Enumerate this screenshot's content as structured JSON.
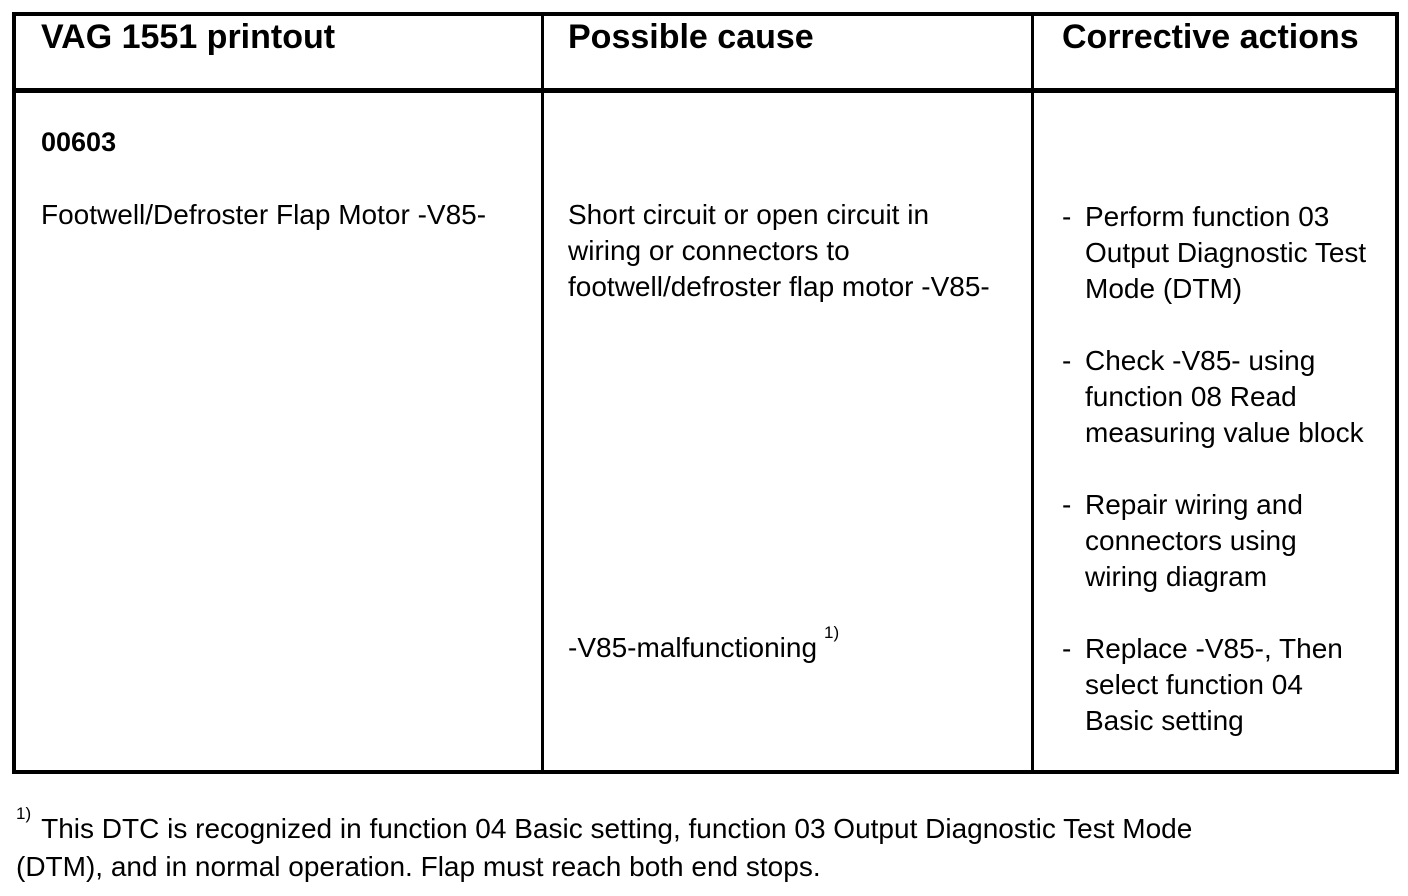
{
  "colors": {
    "text": "#000000",
    "border": "#000000",
    "background": "#ffffff"
  },
  "table": {
    "headers": [
      "VAG 1551 printout",
      "Possible cause",
      "Corrective actions"
    ],
    "bullet_dash": "-",
    "row": {
      "code": "00603",
      "label": "Footwell/Defroster Flap Motor -V85-",
      "causes": [
        {
          "text": "Short circuit or open circuit in\nwiring or connectors to\nfootwell/defroster flap motor -V85-"
        },
        {
          "text": "-V85-malfunctioning",
          "footnote_ref": "1)"
        }
      ],
      "actions": [
        "Perform function 03\nOutput Diagnostic Test\nMode (DTM)",
        "Check -V85- using\nfunction 08 Read\nmeasuring value block",
        "Repair wiring and\nconnectors using\nwiring diagram",
        "Replace -V85-, Then\nselect function 04\nBasic setting"
      ]
    }
  },
  "footnote": {
    "ref": "1)",
    "text": "This DTC is recognized in function 04 Basic setting, function 03 Output Diagnostic Test Mode\n(DTM), and in normal operation. Flap must reach both end stops."
  }
}
